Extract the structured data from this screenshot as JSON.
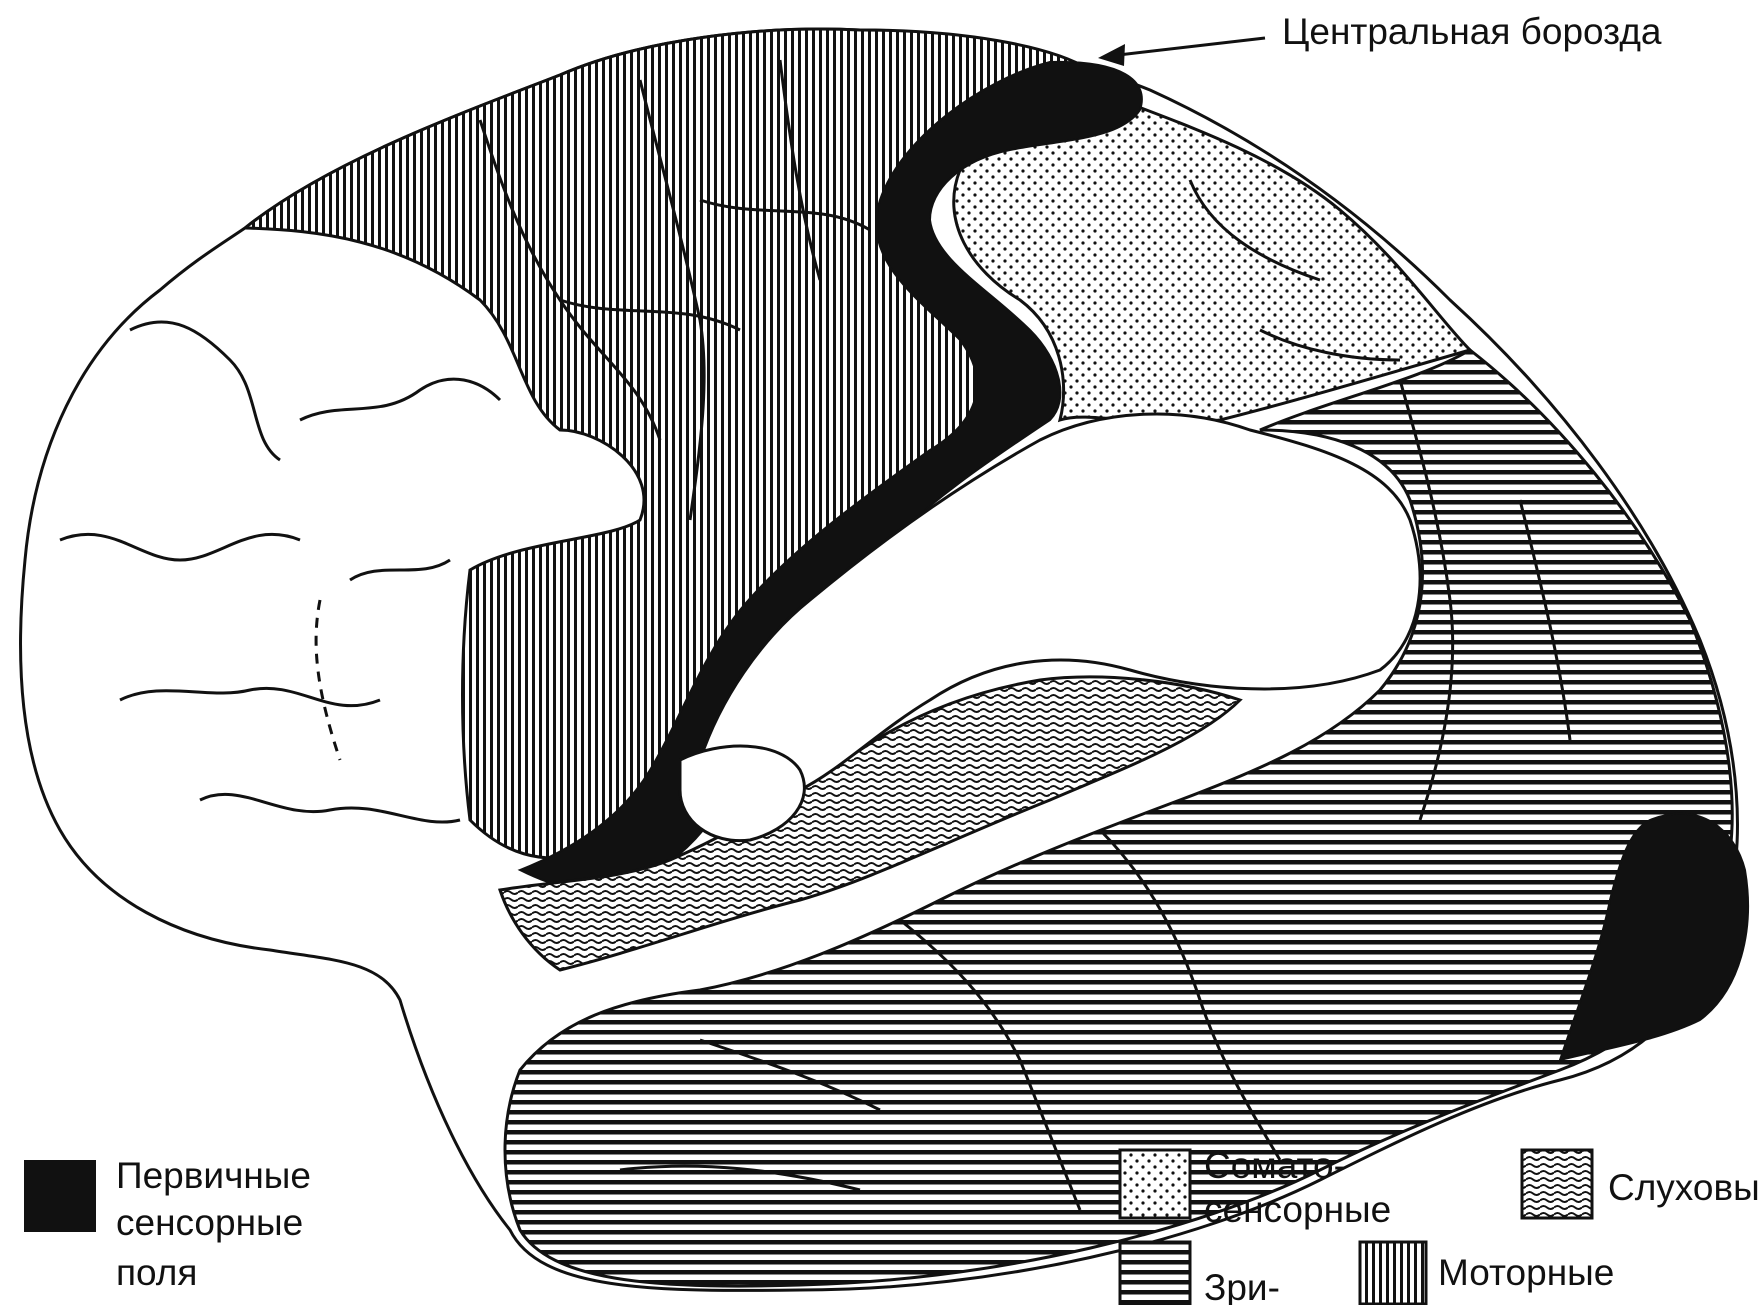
{
  "annotation": {
    "central_sulcus": "Центральная борозда"
  },
  "legend": {
    "primary_line1": "Первичные",
    "primary_line2": "сенсорные",
    "primary_line3": "поля",
    "somato_line1": "Сомато-",
    "somato_line2": "сенсорные",
    "auditory": "Слуховые",
    "visual": "Зри-",
    "motor": "Моторные"
  },
  "colors": {
    "ink": "#111111",
    "paper": "#ffffff"
  }
}
